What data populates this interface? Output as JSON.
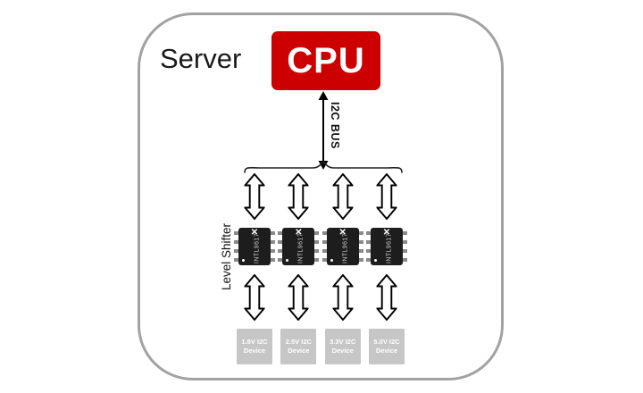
{
  "diagram": {
    "server_label": "Server",
    "cpu_label": "CPU",
    "bus_label": "I2C BUS",
    "level_shifter_label": "Level Shifter",
    "channels": [
      {
        "chip_label": "INTL9617",
        "device_label": "1.8V I2C Device"
      },
      {
        "chip_label": "INTL9617",
        "device_label": "2.5V I2C Device"
      },
      {
        "chip_label": "INTL9617",
        "device_label": "3.3V I2C Device"
      },
      {
        "chip_label": "INTL9617",
        "device_label": "5.0V I2C Device"
      }
    ],
    "colors": {
      "cpu_bg": "#cc0000",
      "cpu_text": "#ffffff",
      "chip_bg": "#1d1d1d",
      "device_bg": "#c6c6c6",
      "device_text": "#ffffff",
      "frame_border": "#a2a2a2"
    }
  }
}
